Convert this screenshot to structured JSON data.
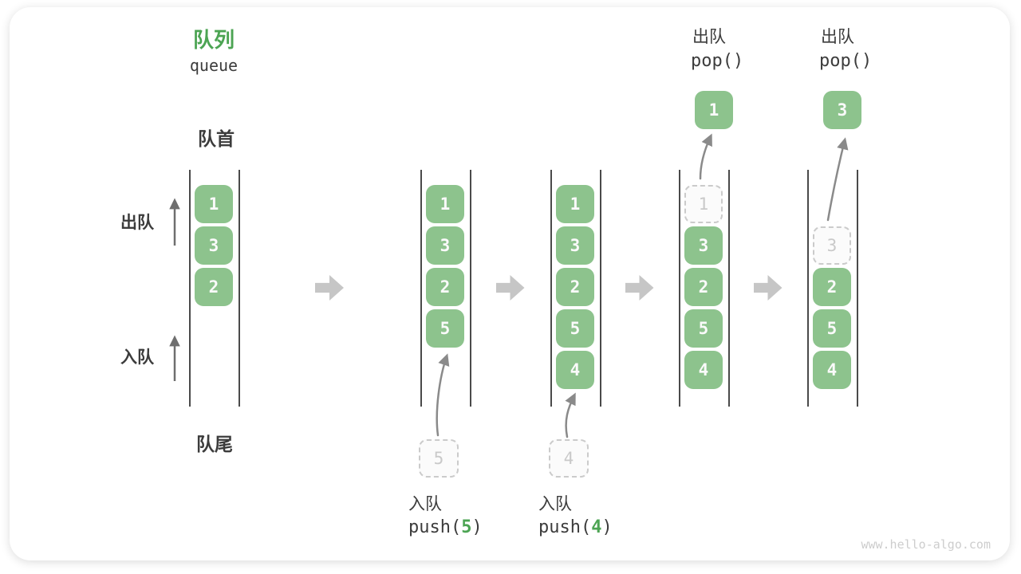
{
  "page": {
    "title_zh": "队列",
    "title_en": "queue",
    "watermark": "www.hello-algo.com"
  },
  "labels": {
    "front": "队首",
    "rear": "队尾",
    "dequeue": "出队",
    "enqueue": "入队"
  },
  "colors": {
    "accent_green": "#4CA453",
    "box_green": "#8DC38D",
    "box_text": "#FAFAFA",
    "dark_text": "#3C3C3C",
    "channel_line": "#4A4A4A",
    "block_arrow_gray": "#C6C6C6",
    "curve_arrow_gray": "#8A8A8A",
    "side_arrow_gray": "#6E6E6E",
    "ghost_border": "#CBCBCB",
    "ghost_text": "#C9C9C9",
    "watermark_gray": "#CDCDCD"
  },
  "diagram": {
    "slot_count": 5,
    "states": [
      {
        "name": "initial",
        "slots": [
          {
            "value": 1,
            "style": "solid"
          },
          {
            "value": 3,
            "style": "solid"
          },
          {
            "value": 2,
            "style": "solid"
          },
          null,
          null
        ]
      },
      {
        "name": "after-push-5",
        "op": {
          "kind": "push",
          "zh": "入队",
          "code_pre": "push(",
          "code_arg": "5",
          "code_post": ")",
          "staged_value": 5
        },
        "slots": [
          {
            "value": 1,
            "style": "solid"
          },
          {
            "value": 3,
            "style": "solid"
          },
          {
            "value": 2,
            "style": "solid"
          },
          {
            "value": 5,
            "style": "solid"
          },
          null
        ]
      },
      {
        "name": "after-push-4",
        "op": {
          "kind": "push",
          "zh": "入队",
          "code_pre": "push(",
          "code_arg": "4",
          "code_post": ")",
          "staged_value": 4
        },
        "slots": [
          {
            "value": 1,
            "style": "solid"
          },
          {
            "value": 3,
            "style": "solid"
          },
          {
            "value": 2,
            "style": "solid"
          },
          {
            "value": 5,
            "style": "solid"
          },
          {
            "value": 4,
            "style": "solid"
          }
        ]
      },
      {
        "name": "after-pop-1",
        "op": {
          "kind": "pop",
          "zh": "出队",
          "code_pre": "pop()",
          "code_arg": "",
          "code_post": "",
          "popped_value": 1
        },
        "slots": [
          {
            "value": 1,
            "style": "ghost"
          },
          {
            "value": 3,
            "style": "solid"
          },
          {
            "value": 2,
            "style": "solid"
          },
          {
            "value": 5,
            "style": "solid"
          },
          {
            "value": 4,
            "style": "solid"
          }
        ]
      },
      {
        "name": "after-pop-3",
        "op": {
          "kind": "pop",
          "zh": "出队",
          "code_pre": "pop()",
          "code_arg": "",
          "code_post": "",
          "popped_value": 3
        },
        "slots": [
          null,
          {
            "value": 3,
            "style": "ghost"
          },
          {
            "value": 2,
            "style": "solid"
          },
          {
            "value": 5,
            "style": "solid"
          },
          {
            "value": 4,
            "style": "solid"
          }
        ]
      }
    ]
  }
}
